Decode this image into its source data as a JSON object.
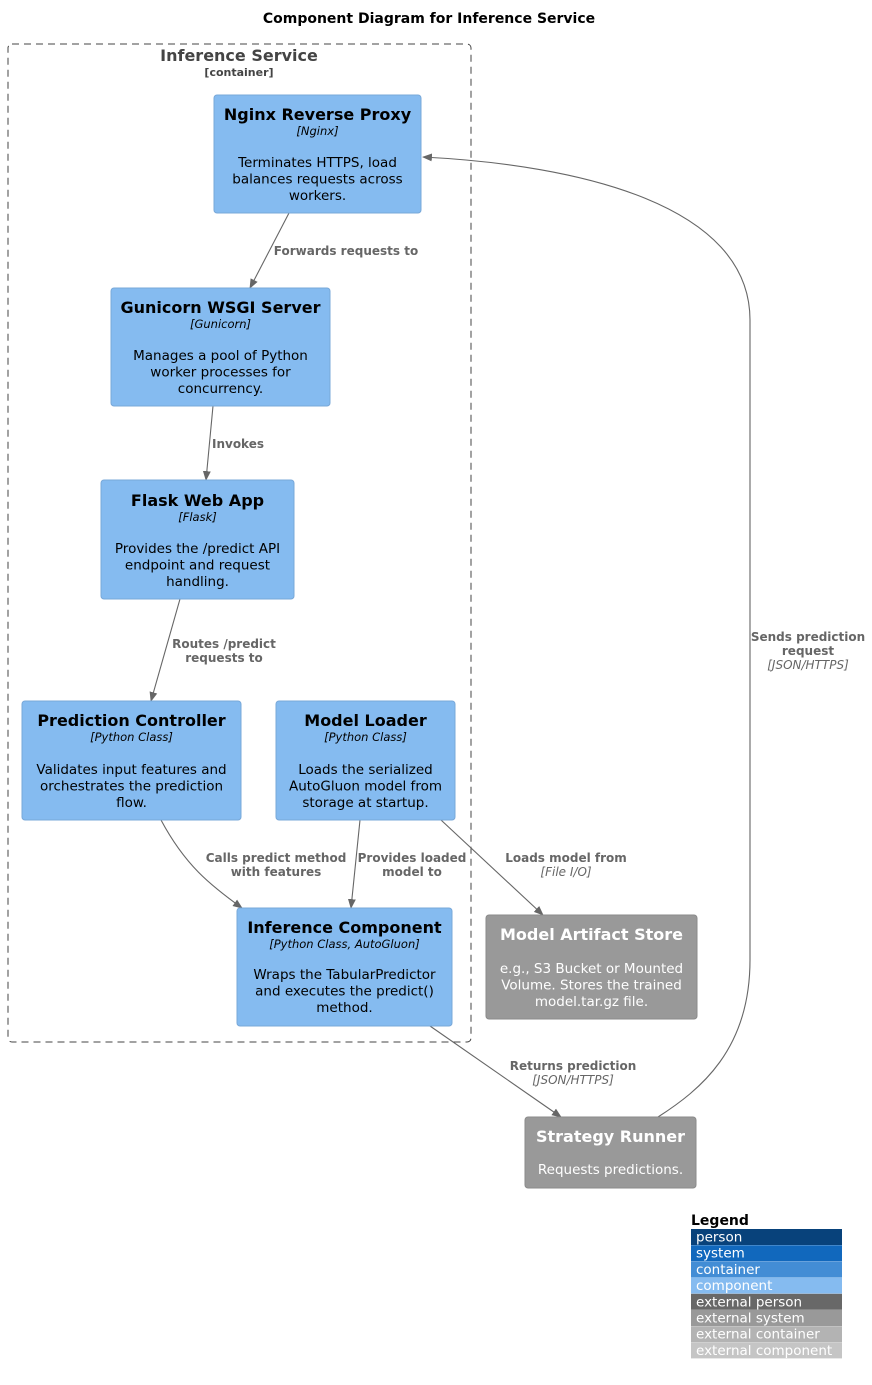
{
  "title": "Component Diagram for Inference Service",
  "boundary": {
    "name": "Inference Service",
    "type": "[container]"
  },
  "components": {
    "nginx": {
      "name": "Nginx Reverse Proxy",
      "tech": "[Nginx]",
      "desc": [
        "Terminates HTTPS, load",
        "balances requests across",
        "workers."
      ]
    },
    "gunicorn": {
      "name": "Gunicorn WSGI Server",
      "tech": "[Gunicorn]",
      "desc": [
        "Manages a pool of Python",
        "worker processes for",
        "concurrency."
      ]
    },
    "flask": {
      "name": "Flask Web App",
      "tech": "[Flask]",
      "desc": [
        "Provides the /predict API",
        "endpoint and request",
        "handling."
      ]
    },
    "controller": {
      "name": "Prediction Controller",
      "tech": "[Python Class]",
      "desc": [
        "Validates input features and",
        "orchestrates the prediction",
        "flow."
      ]
    },
    "loader": {
      "name": "Model Loader",
      "tech": "[Python Class]",
      "desc": [
        "Loads the serialized",
        "AutoGluon model from",
        "storage at startup."
      ]
    },
    "inference": {
      "name": "Inference Component",
      "tech": "[Python Class, AutoGluon]",
      "desc": [
        "Wraps the TabularPredictor",
        "and executes the predict()",
        "method."
      ]
    }
  },
  "external": {
    "store": {
      "name": "Model Artifact Store",
      "desc": [
        "e.g., S3 Bucket or Mounted",
        "Volume. Stores the trained",
        "model.tar.gz file."
      ]
    },
    "runner": {
      "name": "Strategy Runner",
      "desc": [
        "Requests predictions."
      ]
    }
  },
  "relations": {
    "forwards": {
      "label": [
        "Forwards requests to"
      ]
    },
    "invokes": {
      "label": [
        "Invokes"
      ]
    },
    "routes": {
      "label": [
        "Routes /predict",
        "requests to"
      ]
    },
    "calls": {
      "label": [
        "Calls predict method",
        "with features"
      ]
    },
    "provides": {
      "label": [
        "Provides loaded",
        "model to"
      ]
    },
    "loads": {
      "label": [
        "Loads model from"
      ],
      "tech": "[File I/O]"
    },
    "returns": {
      "label": [
        "Returns prediction"
      ],
      "tech": "[JSON/HTTPS]"
    },
    "sends": {
      "label": [
        "Sends prediction",
        "request"
      ],
      "tech": "[JSON/HTTPS]"
    }
  },
  "legend": {
    "title": "Legend",
    "items": [
      {
        "label": "person",
        "color": "#08427B"
      },
      {
        "label": "system",
        "color": "#1168BD"
      },
      {
        "label": "container",
        "color": "#438DD5"
      },
      {
        "label": "component",
        "color": "#85BBF0"
      },
      {
        "label": "external person",
        "color": "#686868"
      },
      {
        "label": "external system",
        "color": "#999999"
      },
      {
        "label": "external container",
        "color": "#B3B3B3"
      },
      {
        "label": "external component",
        "color": "#C5C5C5"
      }
    ]
  },
  "colors": {
    "component": "#85BBF0",
    "component_border": "#78A8D8",
    "external": "#999999",
    "external_border": "#8A8A8A",
    "edge": "#666666"
  }
}
